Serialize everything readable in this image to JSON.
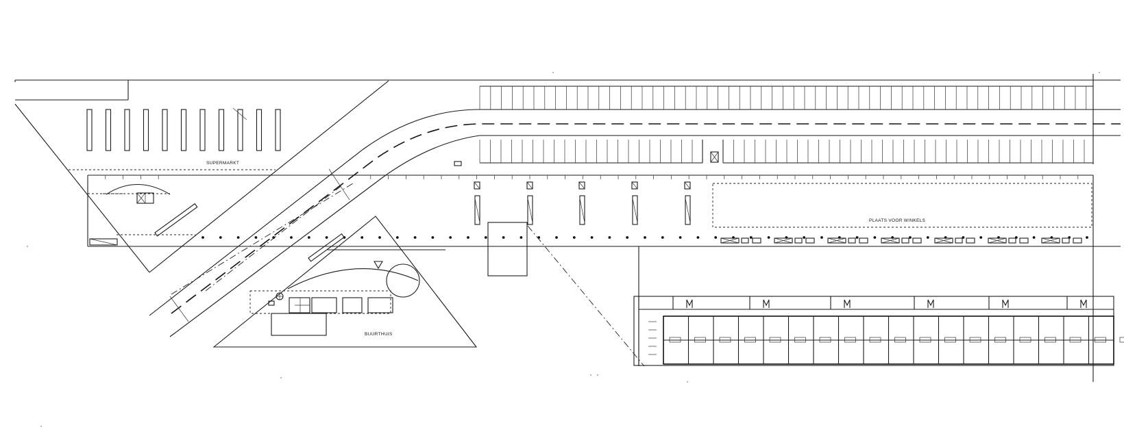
{
  "labels": {
    "supermarket": "SUPERMARKT",
    "shops_area": "PLAATS VOOR WINKELS",
    "community_house": "BUURTHUIS"
  }
}
